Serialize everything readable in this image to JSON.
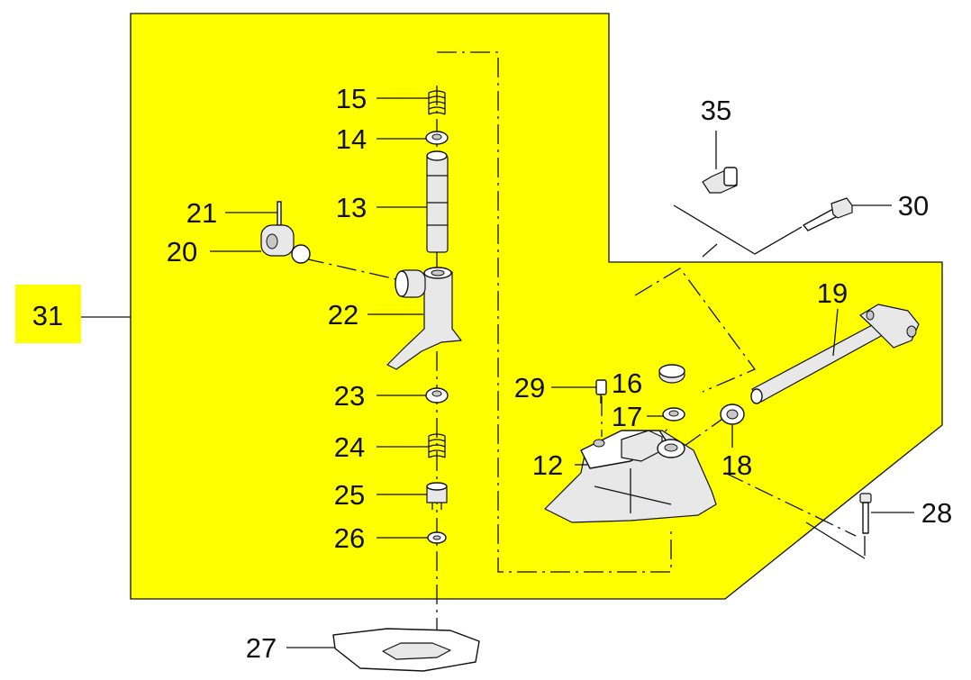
{
  "colors": {
    "highlight": "#ffff00",
    "line": "#111111",
    "background": "#ffffff"
  },
  "labels": {
    "p12": "12",
    "p13": "13",
    "p14": "14",
    "p15": "15",
    "p16": "16",
    "p17": "17",
    "p18": "18",
    "p19": "19",
    "p20": "20",
    "p21": "21",
    "p22": "22",
    "p23": "23",
    "p24": "24",
    "p25": "25",
    "p26": "26",
    "p27": "27",
    "p28": "28",
    "p29": "29",
    "p30": "30",
    "p31": "31",
    "p35": "35"
  }
}
